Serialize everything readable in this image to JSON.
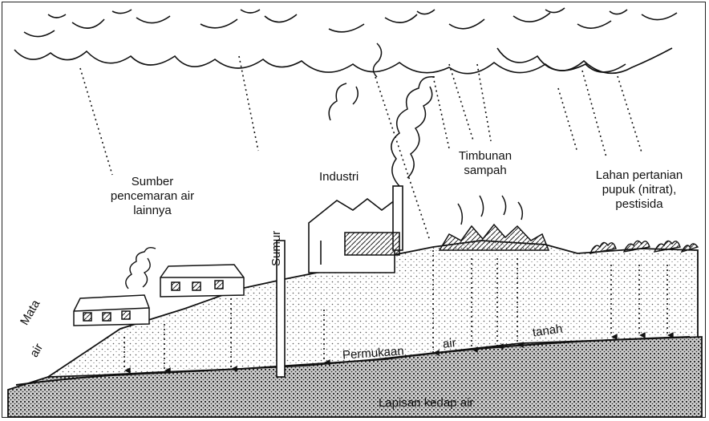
{
  "labels": {
    "mata_air_1": "Mata",
    "mata_air_2": "air",
    "sumber_1": "Sumber",
    "sumber_2": "pencemaran air",
    "sumber_3": "lainnya",
    "sumur": "Sumur",
    "industri": "Industri",
    "timbunan_1": "Timbunan",
    "timbunan_2": "sampah",
    "lahan_1": "Lahan pertanian",
    "lahan_2": "pupuk (nitrat),",
    "lahan_3": "pestisida",
    "permukaan": "Permukaan",
    "air": "air",
    "tanah": "tanah",
    "lapisan": "Lapisan kedap air"
  },
  "colors": {
    "ink": "#111111",
    "background": "#ffffff",
    "stipple": "#555555"
  }
}
